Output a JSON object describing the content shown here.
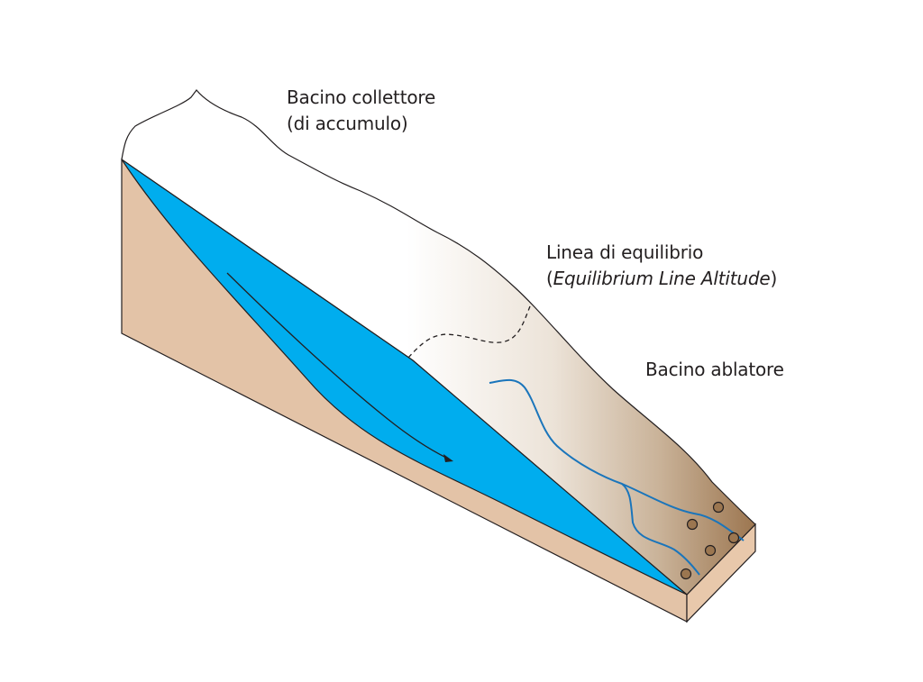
{
  "labels": {
    "accumulation": {
      "line1": "Bacino collettore",
      "line2": "(di accumulo)"
    },
    "equilibrium": {
      "line1": "Linea di equilibrio",
      "line2_open": "(",
      "line2_italic": "Equilibrium Line Altitude",
      "line2_close": ")"
    },
    "ablation": {
      "line1": "Bacino ablatore"
    }
  },
  "colors": {
    "ice_blue": "#00adee",
    "bedrock": "#e3c3a7",
    "snow_white": "#ffffff",
    "debris_brown": "#a07d57",
    "stream_blue": "#1a75bb",
    "outline": "#231f20",
    "boulder": "#9b7650"
  },
  "elements": {
    "flow_arrow": "ice flow direction arrow",
    "ela_line": "dashed equilibrium line",
    "meltwater_streams": 3,
    "boulders": 5
  }
}
